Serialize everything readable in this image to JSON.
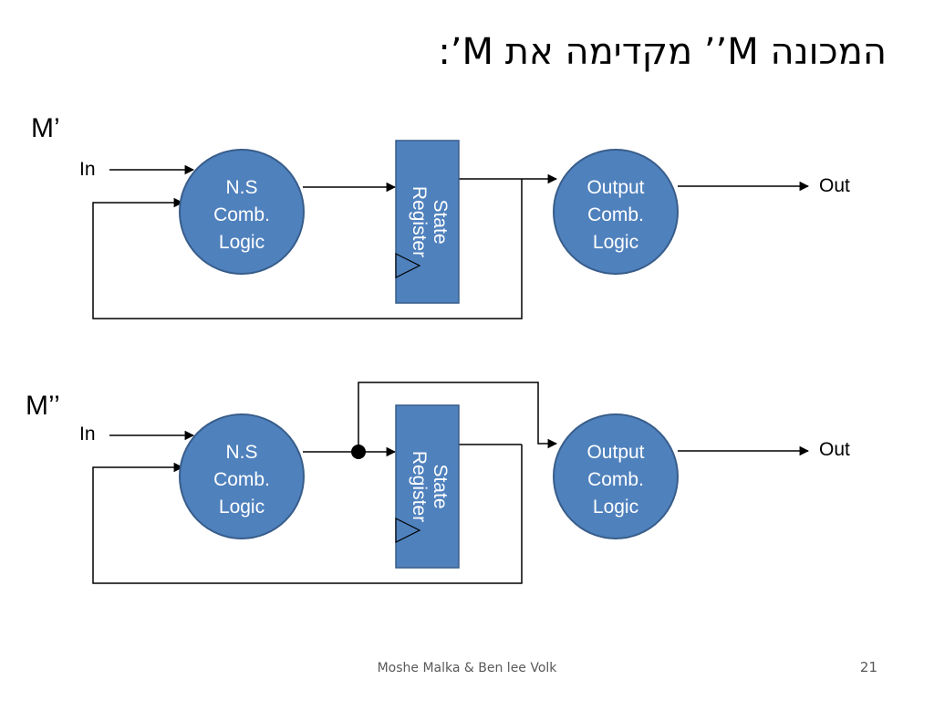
{
  "title": "המכונה M’’ מקדימה את M’:",
  "colors": {
    "node_fill": "#4f81bd",
    "node_stroke": "#385d8a",
    "wire": "#000000"
  },
  "diagram_top": {
    "label": "M’",
    "input_label": "In",
    "output_label": "Out",
    "ns_logic": [
      "N.S",
      "Comb.",
      "Logic"
    ],
    "state_register": [
      "State",
      "Register"
    ],
    "output_logic": [
      "Output",
      "Comb.",
      "Logic"
    ]
  },
  "diagram_bottom": {
    "label": "M’’",
    "input_label": "In",
    "output_label": "Out",
    "ns_logic": [
      "N.S",
      "Comb.",
      "Logic"
    ],
    "state_register": [
      "State",
      "Register"
    ],
    "output_logic": [
      "Output",
      "Comb.",
      "Logic"
    ]
  },
  "footer": {
    "credit": "Moshe Malka & Ben lee Volk",
    "page": "21"
  }
}
